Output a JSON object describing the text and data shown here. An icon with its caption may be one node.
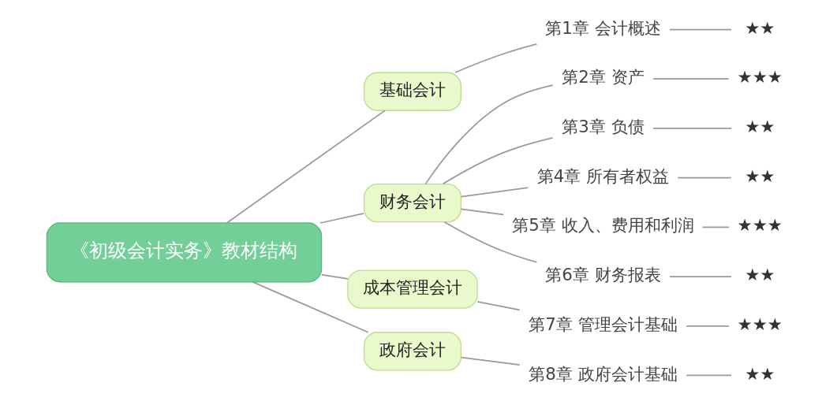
{
  "diagram": {
    "nodes": [
      {
        "text": [
          "《初级会计实务》教材结构"
        ]
      },
      {
        "text": [
          "基础会计"
        ]
      },
      {
        "text": [
          "财务会计"
        ]
      },
      {
        "text": [
          "成本管理会计"
        ]
      },
      {
        "text": [
          "政府会计"
        ]
      },
      {
        "text": [
          "第1章 会计概述"
        ]
      },
      {
        "text": [
          "★★"
        ]
      },
      {
        "text": [
          "第2章 资产"
        ]
      },
      {
        "text": [
          "★★★"
        ]
      },
      {
        "text": [
          "第3章 负债"
        ]
      },
      {
        "text": [
          "★★"
        ]
      },
      {
        "text": [
          "第4章 所有者权益"
        ]
      },
      {
        "text": [
          "★★"
        ]
      },
      {
        "text": [
          "第5章 收入、费用和利润"
        ]
      },
      {
        "text": [
          "★★★"
        ]
      },
      {
        "text": [
          "第6章 财务报表"
        ]
      },
      {
        "text": [
          "★★"
        ]
      },
      {
        "text": [
          "第7章 管理会计基础"
        ]
      },
      {
        "text": [
          "★★★"
        ]
      },
      {
        "text": [
          "第8章 政府会计基础"
        ]
      },
      {
        "text": [
          "★★"
        ]
      }
    ],
    "edges": [
      {
        "from": 0,
        "to": 1,
        "arrow": "none"
      },
      {
        "from": 0,
        "to": 2,
        "arrow": "none"
      },
      {
        "from": 0,
        "to": 3,
        "arrow": "none"
      },
      {
        "from": 0,
        "to": 4,
        "arrow": "none"
      },
      {
        "from": 1,
        "to": 5,
        "arrow": "none"
      },
      {
        "from": 5,
        "to": 6,
        "arrow": "none"
      },
      {
        "from": 2,
        "to": 7,
        "arrow": "none"
      },
      {
        "from": 7,
        "to": 8,
        "arrow": "none"
      },
      {
        "from": 2,
        "to": 9,
        "arrow": "none"
      },
      {
        "from": 9,
        "to": 10,
        "arrow": "none"
      },
      {
        "from": 2,
        "to": 11,
        "arrow": "none"
      },
      {
        "from": 11,
        "to": 12,
        "arrow": "none"
      },
      {
        "from": 2,
        "to": 13,
        "arrow": "none"
      },
      {
        "from": 13,
        "to": 14,
        "arrow": "none"
      },
      {
        "from": 2,
        "to": 15,
        "arrow": "none"
      },
      {
        "from": 15,
        "to": 16,
        "arrow": "none"
      },
      {
        "from": 3,
        "to": 17,
        "arrow": "none"
      },
      {
        "from": 17,
        "to": 18,
        "arrow": "none"
      },
      {
        "from": 4,
        "to": 19,
        "arrow": "none"
      },
      {
        "from": 19,
        "to": 20,
        "arrow": "none"
      }
    ]
  }
}
